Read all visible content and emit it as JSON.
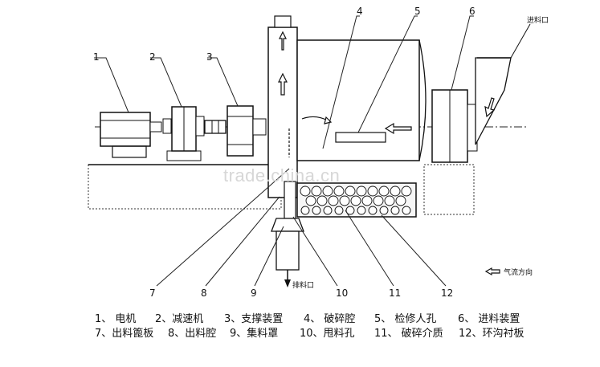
{
  "numbers_top": [
    "1",
    "2",
    "3",
    "4",
    "5",
    "6"
  ],
  "numbers_bottom": [
    "7",
    "8",
    "9",
    "10",
    "11",
    "12"
  ],
  "labels": {
    "feed_inlet": "进料口",
    "discharge_outlet": "排料口",
    "airflow_direction": "气流方向"
  },
  "legend": {
    "row1": [
      "1、 电机",
      "2、减速机",
      "3、支撑装置",
      "4、 破碎腔",
      "5、 检修人孔",
      "6、 进料装置"
    ],
    "row2": [
      "7、出料篦板",
      "8、出料腔",
      "9、集料罩",
      "10、甩料孔",
      "11、 破碎介质",
      "12、环沟衬板"
    ]
  },
  "watermark": "trade.china.cn"
}
